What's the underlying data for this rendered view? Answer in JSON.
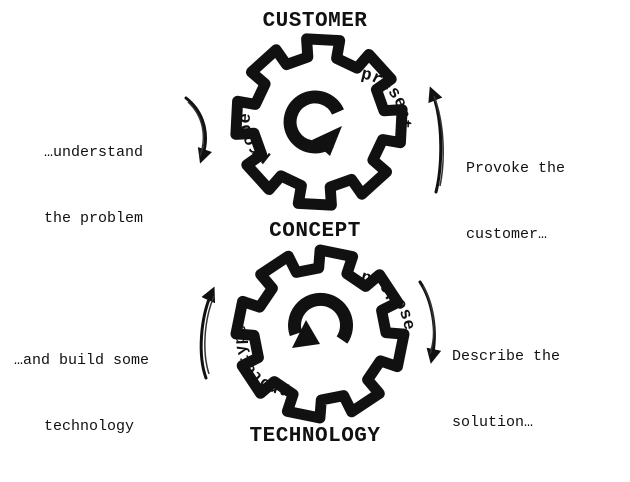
{
  "stages": {
    "top": "CUSTOMER",
    "middle": "CONCEPT",
    "bottom": "TECHNOLOGY"
  },
  "notes": {
    "upper_left": [
      "…understand",
      "the problem"
    ],
    "upper_right": [
      "Provoke the",
      "customer…"
    ],
    "lower_left": [
      "…and build some",
      "technology"
    ],
    "lower_right": [
      "Describe the",
      "solution…"
    ]
  },
  "gears": {
    "upper": {
      "left_label": "probe",
      "right_label": "present"
    },
    "lower": {
      "left_label": "prototype",
      "right_label": "propose"
    }
  },
  "colors": {
    "ink": "#111111",
    "background": "#ffffff"
  },
  "icons": [
    "gear-icon",
    "cycle-arrow-icon",
    "curved-arrow-icon"
  ]
}
